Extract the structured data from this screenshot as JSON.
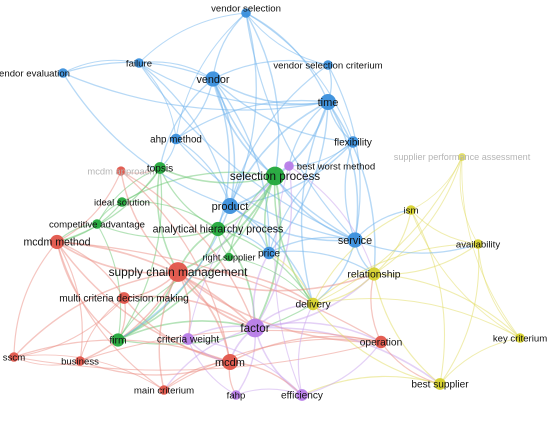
{
  "colors": {
    "blue": "#3a8fdc",
    "green": "#22a83a",
    "red": "#e2554a",
    "yellow": "#d6d12c",
    "purple": "#b77ce8",
    "blue_edge": "#6fb4ee",
    "green_edge": "#6cc874",
    "red_edge": "#eb8d84",
    "yellow_edge": "#e1dc60",
    "purple_edge": "#c9a3ee"
  },
  "nodes": [
    {
      "id": "vendor_selection",
      "label": "vendor selection",
      "cluster": "blue",
      "weight": 1.0
    },
    {
      "id": "vendor_evaluation",
      "label": "vendor evaluation",
      "cluster": "blue",
      "weight": 1.0
    },
    {
      "id": "failure",
      "label": "failure",
      "cluster": "blue",
      "weight": 1.0
    },
    {
      "id": "vendor",
      "label": "vendor",
      "cluster": "blue",
      "weight": 2.2
    },
    {
      "id": "vendor_selection_criterium",
      "label": "vendor selection criterium",
      "cluster": "blue",
      "weight": 1.0
    },
    {
      "id": "time",
      "label": "time",
      "cluster": "blue",
      "weight": 2.4
    },
    {
      "id": "ahp_method",
      "label": "ahp method",
      "cluster": "blue",
      "weight": 1.2
    },
    {
      "id": "flexibility",
      "label": "flexibility",
      "cluster": "blue",
      "weight": 1.4
    },
    {
      "id": "best_worst_method",
      "label": "best worst method",
      "cluster": "purple",
      "weight": 1.0
    },
    {
      "id": "supplier_performance_assessment",
      "label": "supplier performance assessment",
      "cluster": "yellow",
      "weight": 0.6
    },
    {
      "id": "mcdm_approach",
      "label": "mcdm approach",
      "cluster": "red",
      "weight": 0.9
    },
    {
      "id": "topsis",
      "label": "topsis",
      "cluster": "green",
      "weight": 1.5
    },
    {
      "id": "selection_process",
      "label": "selection process",
      "cluster": "green",
      "weight": 3.0
    },
    {
      "id": "ideal_solution",
      "label": "ideal solution",
      "cluster": "green",
      "weight": 1.0
    },
    {
      "id": "product",
      "label": "product",
      "cluster": "blue",
      "weight": 2.4
    },
    {
      "id": "ism",
      "label": "ism",
      "cluster": "yellow",
      "weight": 1.0
    },
    {
      "id": "competitive_advantage",
      "label": "competitive advantage",
      "cluster": "green",
      "weight": 1.0
    },
    {
      "id": "analytical_hierarchy_process",
      "label": "analytical hierarchy process",
      "cluster": "green",
      "weight": 2.0
    },
    {
      "id": "service",
      "label": "service",
      "cluster": "blue",
      "weight": 2.2
    },
    {
      "id": "availability",
      "label": "availability",
      "cluster": "yellow",
      "weight": 1.0
    },
    {
      "id": "mcdm_method",
      "label": "mcdm method",
      "cluster": "red",
      "weight": 2.0
    },
    {
      "id": "right_supplier",
      "label": "right supplier",
      "cluster": "green",
      "weight": 0.8
    },
    {
      "id": "price",
      "label": "price",
      "cluster": "blue",
      "weight": 1.6
    },
    {
      "id": "relationship",
      "label": "relationship",
      "cluster": "yellow",
      "weight": 1.8
    },
    {
      "id": "supply_chain_management",
      "label": "supply chain management",
      "cluster": "red",
      "weight": 3.2
    },
    {
      "id": "multi_criteria_decision_making",
      "label": "multi criteria decision making",
      "cluster": "red",
      "weight": 1.5
    },
    {
      "id": "delivery",
      "label": "delivery",
      "cluster": "yellow",
      "weight": 1.6
    },
    {
      "id": "factor",
      "label": "factor",
      "cluster": "purple",
      "weight": 3.0
    },
    {
      "id": "key_criterium",
      "label": "key criterium",
      "cluster": "yellow",
      "weight": 1.0
    },
    {
      "id": "firm",
      "label": "firm",
      "cluster": "green",
      "weight": 1.8
    },
    {
      "id": "criteria_weight",
      "label": "criteria weight",
      "cluster": "purple",
      "weight": 1.5
    },
    {
      "id": "operation",
      "label": "operation",
      "cluster": "red",
      "weight": 1.6
    },
    {
      "id": "sscm",
      "label": "sscm",
      "cluster": "red",
      "weight": 1.0
    },
    {
      "id": "business",
      "label": "business",
      "cluster": "red",
      "weight": 1.0
    },
    {
      "id": "mcdm",
      "label": "mcdm",
      "cluster": "red",
      "weight": 2.4
    },
    {
      "id": "main_criterium",
      "label": "main criterium",
      "cluster": "red",
      "weight": 1.0
    },
    {
      "id": "best_supplier",
      "label": "best supplier",
      "cluster": "yellow",
      "weight": 1.5
    },
    {
      "id": "fahp",
      "label": "fahp",
      "cluster": "purple",
      "weight": 1.0
    },
    {
      "id": "efficiency",
      "label": "efficiency",
      "cluster": "purple",
      "weight": 1.5
    }
  ],
  "edges": [
    [
      "vendor_selection",
      "vendor"
    ],
    [
      "vendor_selection",
      "time"
    ],
    [
      "vendor_selection",
      "failure"
    ],
    [
      "vendor_selection",
      "product"
    ],
    [
      "vendor_selection",
      "service"
    ],
    [
      "vendor_selection",
      "flexibility"
    ],
    [
      "vendor_selection",
      "ahp_method"
    ],
    [
      "vendor_selection",
      "selection_process"
    ],
    [
      "vendor_selection",
      "vendor_selection_criterium"
    ],
    [
      "vendor_evaluation",
      "vendor"
    ],
    [
      "vendor_evaluation",
      "time"
    ],
    [
      "vendor_evaluation",
      "failure"
    ],
    [
      "vendor_evaluation",
      "product"
    ],
    [
      "failure",
      "vendor"
    ],
    [
      "failure",
      "time"
    ],
    [
      "failure",
      "product"
    ],
    [
      "failure",
      "service"
    ],
    [
      "failure",
      "ahp_method"
    ],
    [
      "vendor",
      "time"
    ],
    [
      "vendor",
      "product"
    ],
    [
      "vendor",
      "service"
    ],
    [
      "vendor",
      "ahp_method"
    ],
    [
      "vendor",
      "flexibility"
    ],
    [
      "vendor",
      "vendor_selection_criterium"
    ],
    [
      "vendor",
      "selection_process"
    ],
    [
      "vendor",
      "price"
    ],
    [
      "vendor",
      "topsis"
    ],
    [
      "vendor_selection_criterium",
      "time"
    ],
    [
      "vendor_selection_criterium",
      "product"
    ],
    [
      "vendor_selection_criterium",
      "service"
    ],
    [
      "time",
      "product"
    ],
    [
      "time",
      "service"
    ],
    [
      "time",
      "flexibility"
    ],
    [
      "time",
      "price"
    ],
    [
      "time",
      "ahp_method"
    ],
    [
      "time",
      "selection_process"
    ],
    [
      "time",
      "delivery"
    ],
    [
      "time",
      "relationship"
    ],
    [
      "flexibility",
      "service"
    ],
    [
      "flexibility",
      "product"
    ],
    [
      "flexibility",
      "price"
    ],
    [
      "ahp_method",
      "product"
    ],
    [
      "ahp_method",
      "service"
    ],
    [
      "ahp_method",
      "topsis"
    ],
    [
      "product",
      "service"
    ],
    [
      "product",
      "price"
    ],
    [
      "product",
      "selection_process"
    ],
    [
      "product",
      "delivery"
    ],
    [
      "service",
      "price"
    ],
    [
      "service",
      "selection_process"
    ],
    [
      "service",
      "relationship"
    ],
    [
      "service",
      "delivery"
    ],
    [
      "topsis",
      "selection_process"
    ],
    [
      "topsis",
      "ideal_solution"
    ],
    [
      "topsis",
      "analytical_hierarchy_process"
    ],
    [
      "topsis",
      "mcdm_method"
    ],
    [
      "topsis",
      "competitive_advantage"
    ],
    [
      "topsis",
      "firm"
    ],
    [
      "topsis",
      "supply_chain_management"
    ],
    [
      "selection_process",
      "analytical_hierarchy_process"
    ],
    [
      "selection_process",
      "ideal_solution"
    ],
    [
      "selection_process",
      "firm"
    ],
    [
      "selection_process",
      "right_supplier"
    ],
    [
      "selection_process",
      "supply_chain_management"
    ],
    [
      "selection_process",
      "delivery"
    ],
    [
      "selection_process",
      "factor"
    ],
    [
      "selection_process",
      "price"
    ],
    [
      "ideal_solution",
      "analytical_hierarchy_process"
    ],
    [
      "ideal_solution",
      "competitive_advantage"
    ],
    [
      "ideal_solution",
      "mcdm_method"
    ],
    [
      "competitive_advantage",
      "analytical_hierarchy_process"
    ],
    [
      "competitive_advantage",
      "firm"
    ],
    [
      "competitive_advantage",
      "mcdm_method"
    ],
    [
      "analytical_hierarchy_process",
      "firm"
    ],
    [
      "analytical_hierarchy_process",
      "right_supplier"
    ],
    [
      "analytical_hierarchy_process",
      "delivery"
    ],
    [
      "analytical_hierarchy_process",
      "supply_chain_management"
    ],
    [
      "analytical_hierarchy_process",
      "factor"
    ],
    [
      "right_supplier",
      "firm"
    ],
    [
      "right_supplier",
      "delivery"
    ],
    [
      "firm",
      "supply_chain_management"
    ],
    [
      "firm",
      "factor"
    ],
    [
      "firm",
      "delivery"
    ],
    [
      "mcdm_approach",
      "mcdm_method"
    ],
    [
      "mcdm_approach",
      "supply_chain_management"
    ],
    [
      "mcdm_approach",
      "mcdm"
    ],
    [
      "mcdm_approach",
      "topsis"
    ],
    [
      "mcdm_approach",
      "factor"
    ],
    [
      "mcdm_method",
      "supply_chain_management"
    ],
    [
      "mcdm_method",
      "multi_criteria_decision_making"
    ],
    [
      "mcdm_method",
      "sscm"
    ],
    [
      "mcdm_method",
      "business"
    ],
    [
      "mcdm_method",
      "mcdm"
    ],
    [
      "mcdm_method",
      "factor"
    ],
    [
      "mcdm_method",
      "main_criterium"
    ],
    [
      "mcdm_method",
      "operation"
    ],
    [
      "mcdm_method",
      "firm"
    ],
    [
      "supply_chain_management",
      "multi_criteria_decision_making"
    ],
    [
      "supply_chain_management",
      "factor"
    ],
    [
      "supply_chain_management",
      "mcdm"
    ],
    [
      "supply_chain_management",
      "operation"
    ],
    [
      "supply_chain_management",
      "business"
    ],
    [
      "supply_chain_management",
      "sscm"
    ],
    [
      "supply_chain_management",
      "criteria_weight"
    ],
    [
      "supply_chain_management",
      "main_criterium"
    ],
    [
      "supply_chain_management",
      "delivery"
    ],
    [
      "supply_chain_management",
      "relationship"
    ],
    [
      "multi_criteria_decision_making",
      "factor"
    ],
    [
      "multi_criteria_decision_making",
      "mcdm"
    ],
    [
      "multi_criteria_decision_making",
      "sscm"
    ],
    [
      "multi_criteria_decision_making",
      "business"
    ],
    [
      "multi_criteria_decision_making",
      "firm"
    ],
    [
      "factor",
      "mcdm"
    ],
    [
      "factor",
      "operation"
    ],
    [
      "factor",
      "criteria_weight"
    ],
    [
      "factor",
      "fahp"
    ],
    [
      "factor",
      "efficiency"
    ],
    [
      "factor",
      "delivery"
    ],
    [
      "factor",
      "relationship"
    ],
    [
      "factor",
      "best_supplier"
    ],
    [
      "factor",
      "main_criterium"
    ],
    [
      "factor",
      "price"
    ],
    [
      "mcdm",
      "main_criterium"
    ],
    [
      "mcdm",
      "operation"
    ],
    [
      "mcdm",
      "sscm"
    ],
    [
      "mcdm",
      "business"
    ],
    [
      "mcdm",
      "fahp"
    ],
    [
      "mcdm",
      "efficiency"
    ],
    [
      "criteria_weight",
      "fahp"
    ],
    [
      "criteria_weight",
      "efficiency"
    ],
    [
      "criteria_weight",
      "mcdm"
    ],
    [
      "fahp",
      "efficiency"
    ],
    [
      "best_worst_method",
      "efficiency"
    ],
    [
      "best_worst_method",
      "factor"
    ],
    [
      "best_worst_method",
      "criteria_weight"
    ],
    [
      "best_worst_method",
      "relationship"
    ],
    [
      "operation",
      "best_supplier"
    ],
    [
      "operation",
      "relationship"
    ],
    [
      "operation",
      "main_criterium"
    ],
    [
      "operation",
      "sscm"
    ],
    [
      "operation",
      "business"
    ],
    [
      "supplier_performance_assessment",
      "ism"
    ],
    [
      "supplier_performance_assessment",
      "availability"
    ],
    [
      "supplier_performance_assessment",
      "relationship"
    ],
    [
      "supplier_performance_assessment",
      "key_criterium"
    ],
    [
      "supplier_performance_assessment",
      "delivery"
    ],
    [
      "ism",
      "availability"
    ],
    [
      "ism",
      "relationship"
    ],
    [
      "ism",
      "key_criterium"
    ],
    [
      "ism",
      "best_supplier"
    ],
    [
      "ism",
      "delivery"
    ],
    [
      "availability",
      "relationship"
    ],
    [
      "availability",
      "key_criterium"
    ],
    [
      "availability",
      "best_supplier"
    ],
    [
      "availability",
      "delivery"
    ],
    [
      "relationship",
      "delivery"
    ],
    [
      "relationship",
      "best_supplier"
    ],
    [
      "relationship",
      "key_criterium"
    ],
    [
      "delivery",
      "best_supplier"
    ],
    [
      "delivery",
      "key_criterium"
    ],
    [
      "delivery",
      "price"
    ],
    [
      "best_supplier",
      "key_criterium"
    ],
    [
      "best_supplier",
      "efficiency"
    ],
    [
      "price",
      "relationship"
    ],
    [
      "price",
      "analytical_hierarchy_process"
    ],
    [
      "flexibility",
      "best_worst_method"
    ],
    [
      "time",
      "best_worst_method"
    ],
    [
      "service",
      "ism"
    ],
    [
      "service",
      "availability"
    ],
    [
      "vendor",
      "analytical_hierarchy_process"
    ],
    [
      "product",
      "analytical_hierarchy_process"
    ],
    [
      "product",
      "firm"
    ],
    [
      "efficiency",
      "operation"
    ],
    [
      "efficiency",
      "delivery"
    ],
    [
      "sscm",
      "business"
    ],
    [
      "sscm",
      "main_criterium"
    ]
  ]
}
